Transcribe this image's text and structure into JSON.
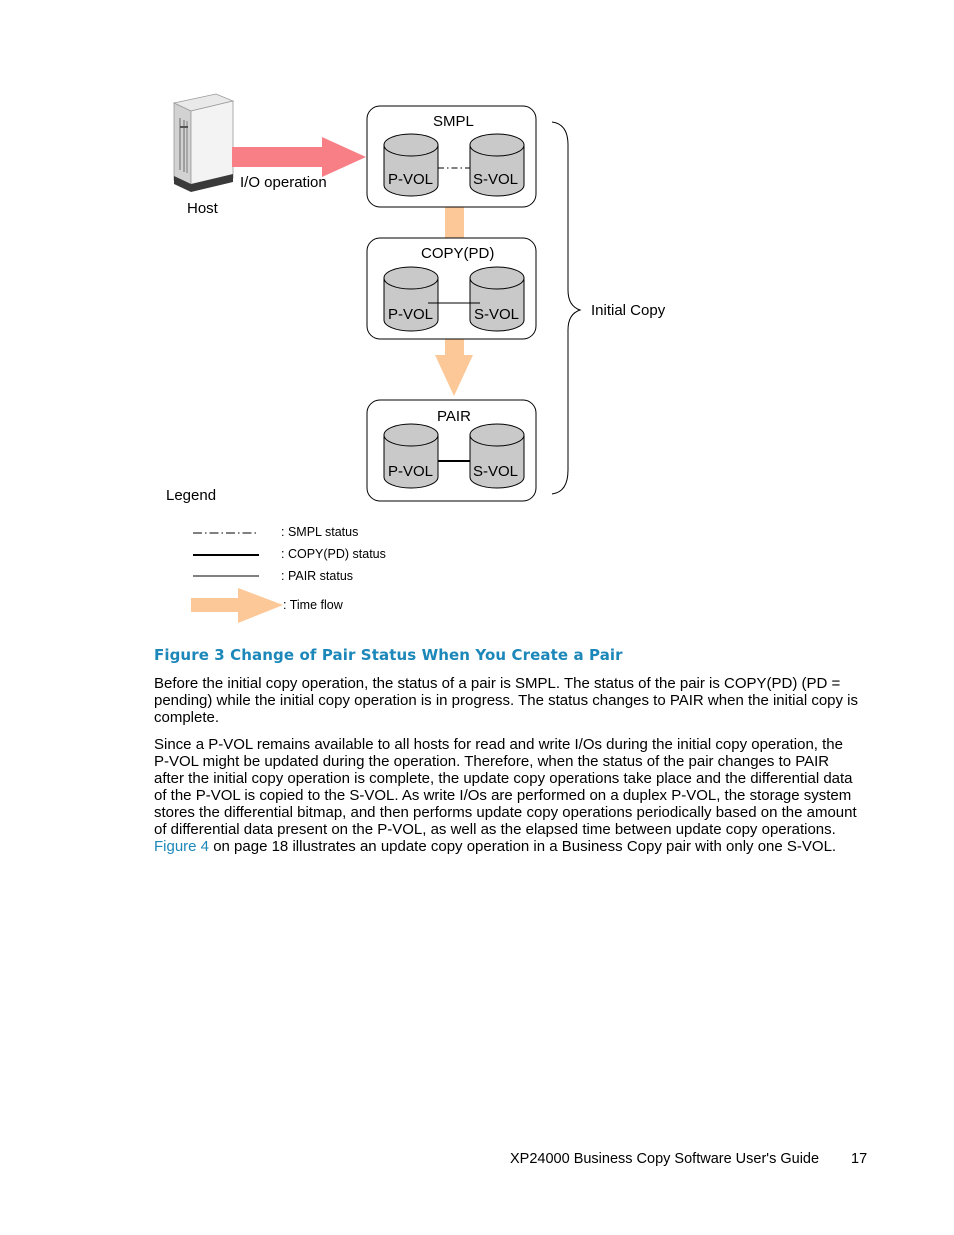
{
  "figure": {
    "host_label": "Host",
    "io_label": "I/O operation",
    "states": [
      {
        "name": "SMPL",
        "pvol": "P-VOL",
        "svol": "S-VOL"
      },
      {
        "name": "COPY(PD)",
        "pvol": "P-VOL",
        "svol": "S-VOL"
      },
      {
        "name": "PAIR",
        "pvol": "P-VOL",
        "svol": "S-VOL"
      }
    ],
    "brace_label": "Initial Copy",
    "legend_title": "Legend",
    "legend": [
      ": SMPL status",
      ": COPY(PD) status",
      ": PAIR status",
      ": Time flow"
    ]
  },
  "caption": "Figure 3 Change of Pair Status When You Create a Pair",
  "paragraphs": {
    "p1": "Before the initial copy operation, the status of a pair is SMPL. The status of the pair is COPY(PD) (PD = pending) while the initial copy operation is in progress. The status changes to PAIR when the initial copy is complete.",
    "p2_main": "Since a P-VOL remains available to all hosts for read and write I/Os during the initial copy operation, the P-VOL might be updated during the operation. Therefore, when the status of the pair changes to PAIR after the initial copy operation is complete, the update copy operations take place and the differential data of the P-VOL is copied to the S-VOL. As write I/Os are performed on a duplex P-VOL, the storage system stores the differential bitmap, and then performs update copy operations periodically based on the amount of differential data present on the P-VOL, as well as the elapsed time between update copy operations.",
    "p2_link": "Figure 4",
    "p2_tail": "on page 18 illustrates an update copy operation in a Business Copy pair with only one S-VOL."
  },
  "footer": {
    "title": "XP24000 Business Copy Software User's Guide",
    "page": "17"
  },
  "colors": {
    "io_arrow": "#f87f86",
    "time_flow": "#fdc898",
    "link": "#1c87b9",
    "disk": "#c9c9c9"
  }
}
